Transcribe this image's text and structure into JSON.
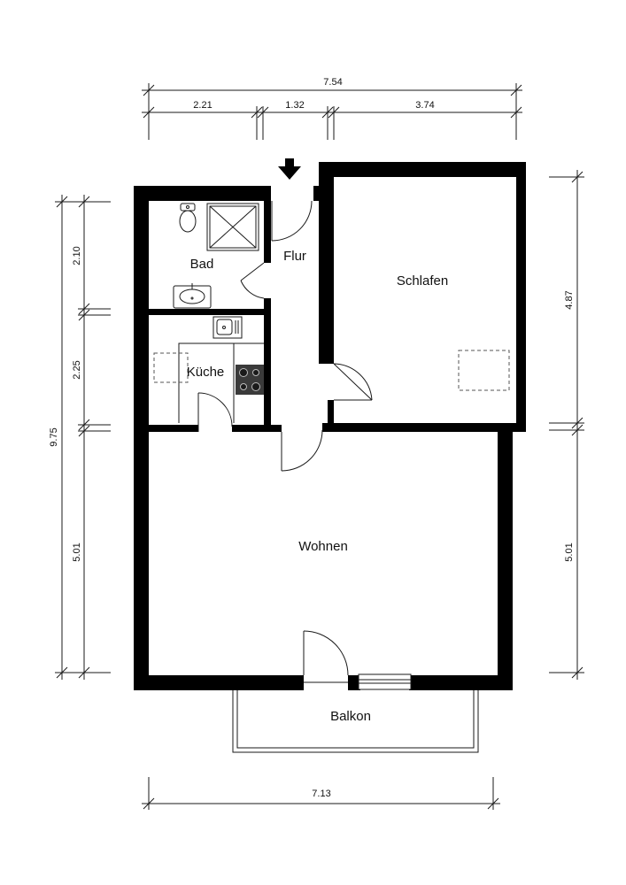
{
  "rooms": {
    "bad": "Bad",
    "flur": "Flur",
    "schlafen": "Schlafen",
    "kueche": "Küche",
    "wohnen": "Wohnen",
    "balkon": "Balkon"
  },
  "dimensions": {
    "top_total": "7.54",
    "top_seg_1": "2.21",
    "top_seg_2": "1.32",
    "top_seg_3": "3.74",
    "bottom_total": "7.13",
    "left_total": "9.75",
    "left_seg_1": "2.10",
    "left_seg_2": "2.25",
    "left_seg_3": "5.01",
    "right_seg_1": "4.87",
    "right_seg_2": "5.01"
  },
  "colors": {
    "wall": "#000000",
    "line": "#1a1a1a",
    "background": "#ffffff"
  },
  "icons": [
    "entrance-arrow-icon",
    "toilet-icon",
    "shower-icon",
    "washbasin-icon",
    "sink-icon",
    "cooktop-icon"
  ]
}
